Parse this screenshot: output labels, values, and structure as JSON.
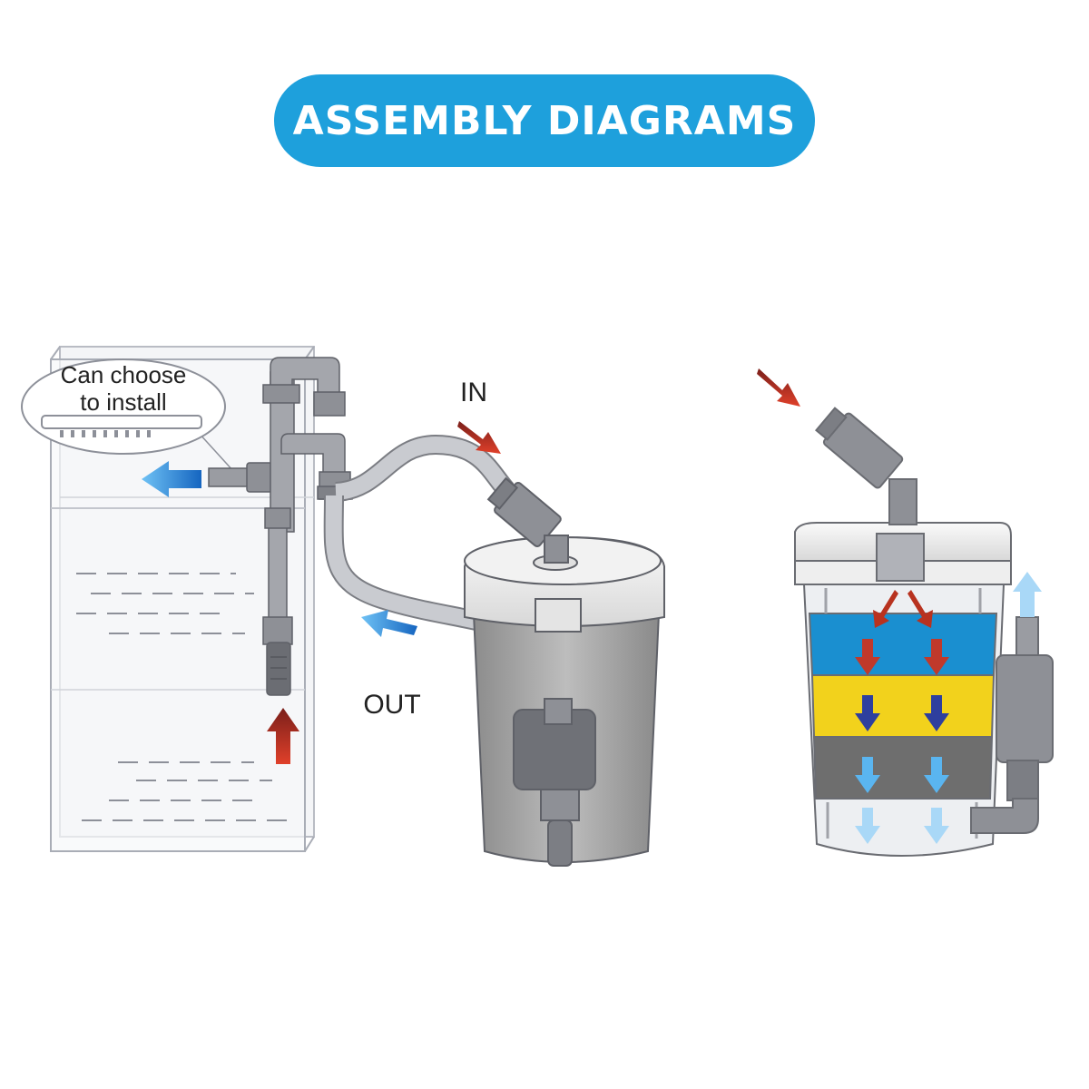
{
  "header": {
    "title": "ASSEMBLY DIAGRAMS"
  },
  "labels": {
    "callout_line1": "Can choose",
    "callout_line2": "to install",
    "in": "IN",
    "out": "OUT"
  },
  "colors": {
    "title_bg": "#1ea0dc",
    "arrow_in": "#c0392b",
    "arrow_out": "#1e88e5",
    "media_top": "#1a8fd0",
    "media_middle": "#f2d21c",
    "media_bottom": "#6e6e6e"
  }
}
